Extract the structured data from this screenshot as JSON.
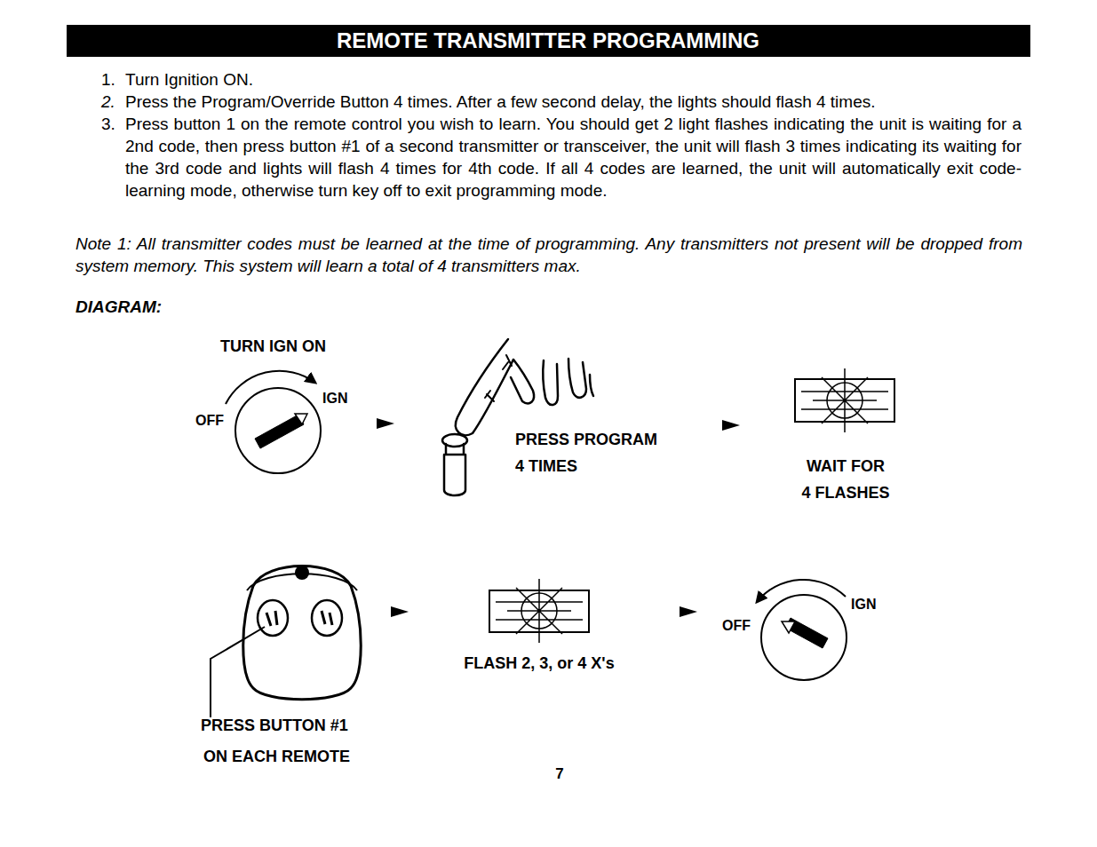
{
  "diagram": {
    "title": "REMOTE TRANSMITTER PROGRAMMING",
    "labels": [
      "1.",
      "Turn Ignition ON.",
      "2.",
      "Press the Program/Override Button 4 times.  After a few second delay, the lights should flash 4 times.",
      "3.",
      "Press button 1 on the remote control you wish to learn.  You should get 2 light flashes indicating the unit is waiting for a 2nd code, then press button #1 of a second transmitter or transceiver, the unit will flash 3 times indicating its waiting for the 3rd code and lights will flash 4 times for 4th code.  If all 4 codes are learned, the unit will automatically exit code-learning mode, otherwise turn key off to exit programming mode.",
      "Note 1:  All transmitter codes must be learned at the time of programming.  Any transmitters not present will be dropped from system memory.  This system will learn a total of 4 transmitters max.",
      "DIAGRAM:",
      "TURN IGN ON",
      "OFF",
      "IGN",
      "PRESS PROGRAM",
      "4 TIMES",
      "WAIT FOR",
      "4 FLASHES",
      "PRESS BUTTON #1",
      "ON EACH REMOTE",
      "FLASH 2, 3, or 4 X's",
      "OFF",
      "IGN",
      "7"
    ]
  }
}
